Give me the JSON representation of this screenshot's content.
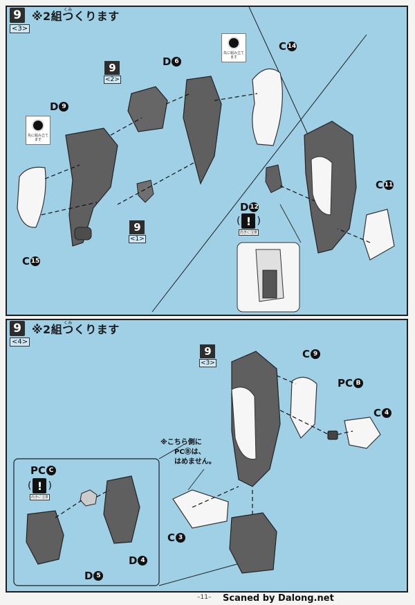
{
  "colors": {
    "panel_bg": "#9fd0e6",
    "part_gray": "#5f5f5f",
    "part_white": "#f6f6f6"
  },
  "steps": [
    {
      "number": "9",
      "title": "※2組つくります",
      "ruby": "くみ",
      "sub": "<3>",
      "note_icon_caption": "先に組み立てます",
      "parts": {
        "c14": {
          "letter": "C",
          "num": "14"
        },
        "d6": {
          "letter": "D",
          "num": "6"
        },
        "d9": {
          "letter": "D",
          "num": "9"
        },
        "c15": {
          "letter": "C",
          "num": "15"
        },
        "d12": {
          "letter": "D",
          "num": "12"
        },
        "c11": {
          "letter": "C",
          "num": "11"
        }
      },
      "ref_a": {
        "n": "9",
        "s": "<2>"
      },
      "ref_b": {
        "n": "9",
        "s": "<1>"
      },
      "caution_caption": "向きに注意"
    },
    {
      "number": "9",
      "title": "※2組つくります",
      "ruby": "くみ",
      "sub": "<4>",
      "parts": {
        "c9": {
          "letter": "C",
          "num": "9"
        },
        "pcb": {
          "letter": "PC",
          "num": "B"
        },
        "c4": {
          "letter": "C",
          "num": "4"
        },
        "c3": {
          "letter": "C",
          "num": "3"
        },
        "pcc": {
          "letter": "PC",
          "num": "C"
        },
        "d4": {
          "letter": "D",
          "num": "4"
        },
        "d5": {
          "letter": "D",
          "num": "5"
        }
      },
      "ref": {
        "n": "9",
        "s": "<3>"
      },
      "caution_caption": "向きに注意",
      "note_lines": [
        "※こちら側に",
        "PCⒷは、",
        "はめません。"
      ]
    }
  ],
  "footer": {
    "page": "–11–",
    "credit": "Scaned by Dalong.net"
  }
}
